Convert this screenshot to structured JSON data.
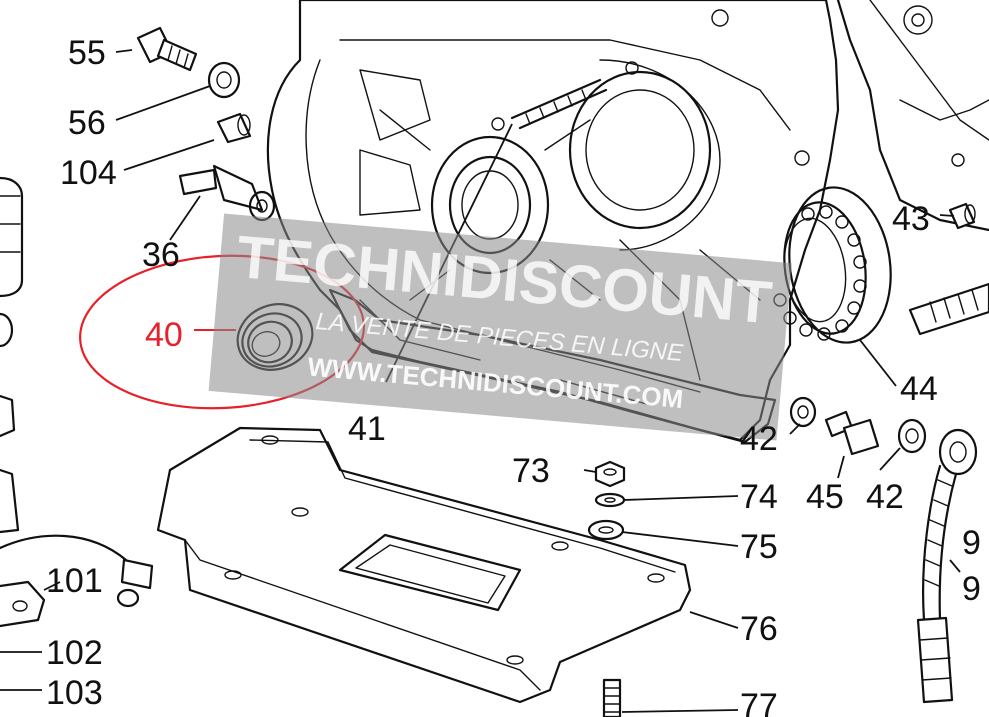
{
  "colors": {
    "line": "#111111",
    "highlight": "#e8202a",
    "watermark_band": "#8a8a8a"
  },
  "callouts": {
    "c55": "55",
    "c56": "56",
    "c104": "104",
    "c36": "36",
    "c40": "40",
    "c41": "41",
    "c43": "43",
    "c44": "44",
    "c42a": "42",
    "c42b": "42",
    "c45": "45",
    "c73": "73",
    "c74": "74",
    "c75": "75",
    "c76": "76",
    "c77": "77",
    "c101": "101",
    "c102": "102",
    "c103": "103",
    "c9a": "9",
    "c9b": "9"
  },
  "watermark": {
    "brand": "TECHNIDISCOUNT",
    "tagline": "LA VENTE DE PIECES EN LIGNE",
    "url": "WWW.TECHNIDISCOUNT.COM"
  }
}
